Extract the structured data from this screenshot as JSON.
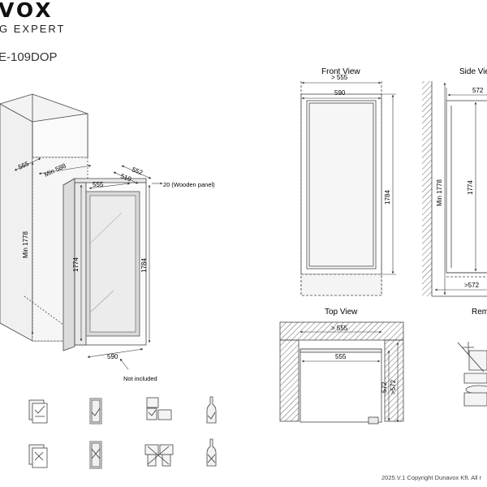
{
  "header": {
    "brand": "VOX",
    "brand_sub": "G EXPERT",
    "model": "E-109DOP"
  },
  "views": {
    "front_title": "Front View",
    "side_title": "Side Vie",
    "top_title": "Top View",
    "rem_title": "Rem"
  },
  "dims_iso": {
    "w565": "565",
    "w588": "Min 588",
    "w552": "552",
    "w510": "510",
    "w555": "555",
    "panel": "20 (Wooden panel)",
    "min1778": "Min 1778",
    "h1774": "1774",
    "h1784": "1784",
    "w590": "590",
    "not_included": "Not included"
  },
  "dims_front": {
    "top555": "> 555",
    "w590": "590",
    "h1784": "1784"
  },
  "dims_side": {
    "w572": "572",
    "min1778": "Min 1778",
    "h1774": "1774",
    "bottom572": ">572"
  },
  "dims_top": {
    "top555": "> 555",
    "w555": "555",
    "d572": "572",
    "d572b": ">572"
  },
  "footer": {
    "copyright": "2025.V.1 Copyright Dunavox Kft. All r"
  }
}
